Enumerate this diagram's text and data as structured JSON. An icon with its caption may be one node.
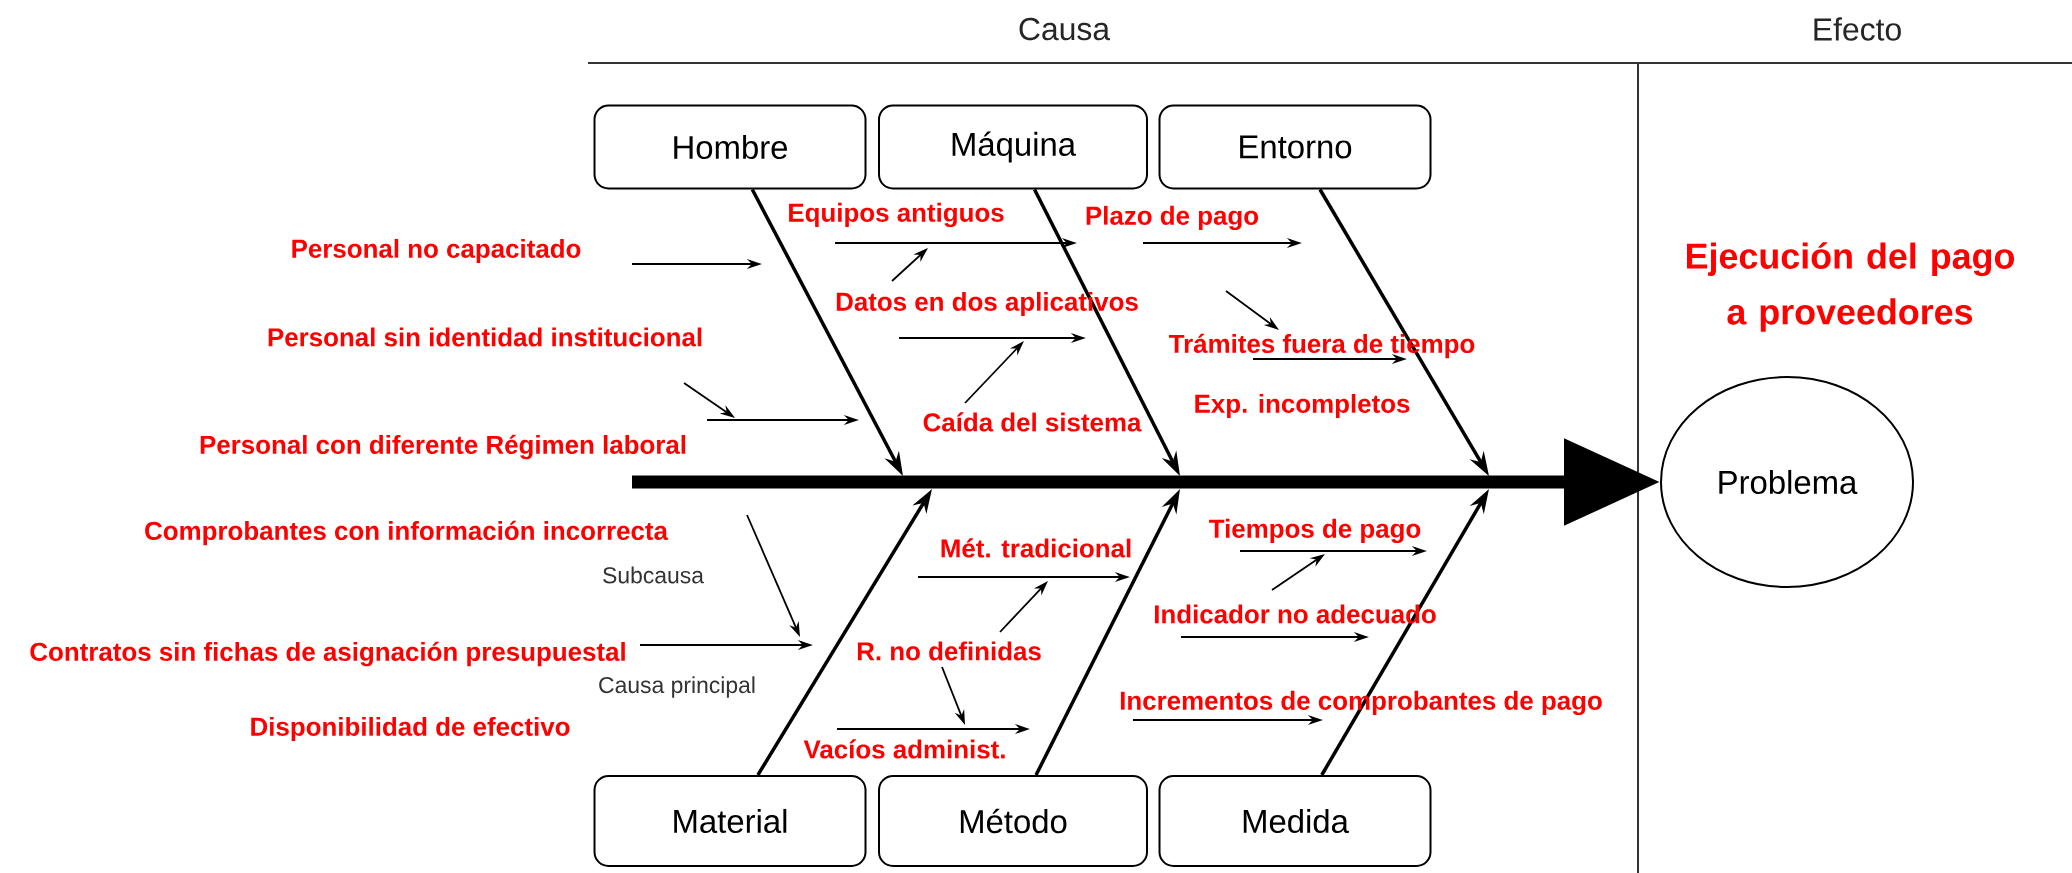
{
  "diagram": {
    "nodes": [
      {
        "text": [
          "Hombre"
        ]
      },
      {
        "text": [
          "Máquina"
        ]
      },
      {
        "text": [
          "Entorno"
        ]
      },
      {
        "text": [
          "Problema"
        ],
        "beside": [
          "Ejecución del pago a proveedores"
        ]
      },
      {
        "text": [
          "Material"
        ]
      },
      {
        "text": [
          "Método"
        ]
      },
      {
        "text": [
          "Medida"
        ]
      }
    ],
    "edges": [
      {
        "from": 0,
        "to": null,
        "arrow": "to"
      },
      {
        "from": 1,
        "to": null,
        "arrow": "to"
      },
      {
        "from": 2,
        "to": null,
        "arrow": "to"
      },
      {
        "from": 4,
        "to": null,
        "arrow": "to"
      },
      {
        "from": 5,
        "to": null,
        "arrow": "to"
      },
      {
        "from": 6,
        "to": null,
        "arrow": "to"
      },
      {
        "from": null,
        "to": 3,
        "arrow": "to",
        "style": "thick"
      }
    ],
    "labels": [
      "Causa",
      "Efecto",
      "Equipos antiguos",
      "Plazo de pago",
      "Personal no capacitado",
      "Datos en dos aplicativos",
      "Personal sin identidad institucional",
      "Trámites fuera de tiempo",
      "Exp. incompletos",
      "Caída del sistema",
      "Personal con diferente Régimen laboral",
      "Comprobantes con información incorrecta",
      "Tiempos de pago",
      "Mét. tradicional",
      "Subcausa",
      "Indicador no adecuado",
      "Contratos sin fichas de asignación presupuestal",
      "R. no definidas",
      "Causa principal",
      "Incrementos de comprobantes de pago",
      "Disponibilidad de efectivo",
      "Vacíos administ."
    ]
  }
}
